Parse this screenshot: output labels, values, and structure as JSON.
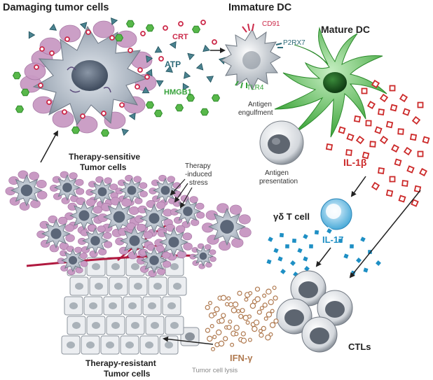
{
  "titles": {
    "damaging": "Damaging tumor cells",
    "immature": "Immature DC",
    "mature": "Mature DC",
    "sensitive_line1": "Therapy-sensitive",
    "sensitive_line2": "Tumor cells",
    "resistant_line1": "Therapy-resistant",
    "resistant_line2": "Tumor cells"
  },
  "molecules": {
    "crt": "CRT",
    "atp": "ATP",
    "hmgb1": "HMGB1",
    "cd91": "CD91",
    "p2rx7": "P2RX7",
    "tlr4": "TLR4",
    "il1b": "IL-1β",
    "il17": "IL-17",
    "ifng": "IFN-γ"
  },
  "labels": {
    "engulf1": "Antigen",
    "engulf2": "engulfment",
    "present1": "Antigen",
    "present2": "presentation",
    "stress1": "Therapy",
    "stress2": "-induced",
    "stress3": "stress",
    "gdt": "γδ T cell",
    "ctls": "CTLs",
    "lysis": "Tumor cell lysis"
  },
  "colors": {
    "crt": "#cc2a4a",
    "atp": "#2d6a78",
    "hmgb1": "#36a23a",
    "il1b": "#cc2a2a",
    "il17": "#1e8fc4",
    "ifng": "#b07a50",
    "dc": "#3caa3c",
    "tumor": "#8e9aa8",
    "bleb": "#c99ac4",
    "vessel": "#b0193f"
  }
}
